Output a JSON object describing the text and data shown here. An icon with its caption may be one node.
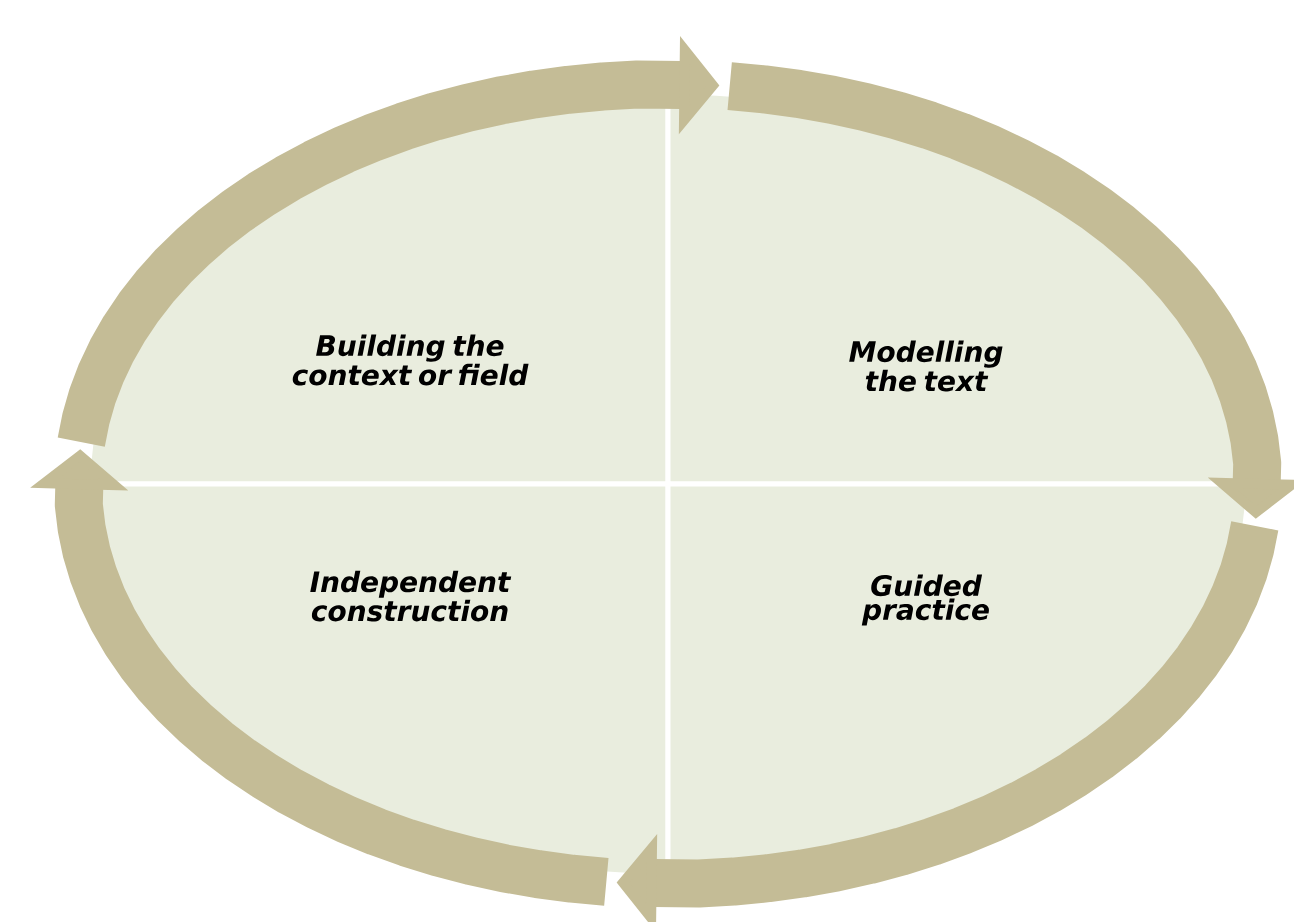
{
  "diagram": {
    "nodes": [
      {
        "text": [
          "Building the context or field"
        ]
      },
      {
        "text": [
          "Modelling the text"
        ]
      },
      {
        "text": [
          "Independent construction"
        ]
      },
      {
        "text": [
          "Guided practice"
        ]
      }
    ],
    "edges": [
      {
        "from": 0,
        "to": 1,
        "arrow": "to"
      },
      {
        "from": 1,
        "to": 3,
        "arrow": "to"
      },
      {
        "from": 3,
        "to": 2,
        "arrow": "to"
      },
      {
        "from": 2,
        "to": 0,
        "arrow": "to"
      }
    ]
  }
}
